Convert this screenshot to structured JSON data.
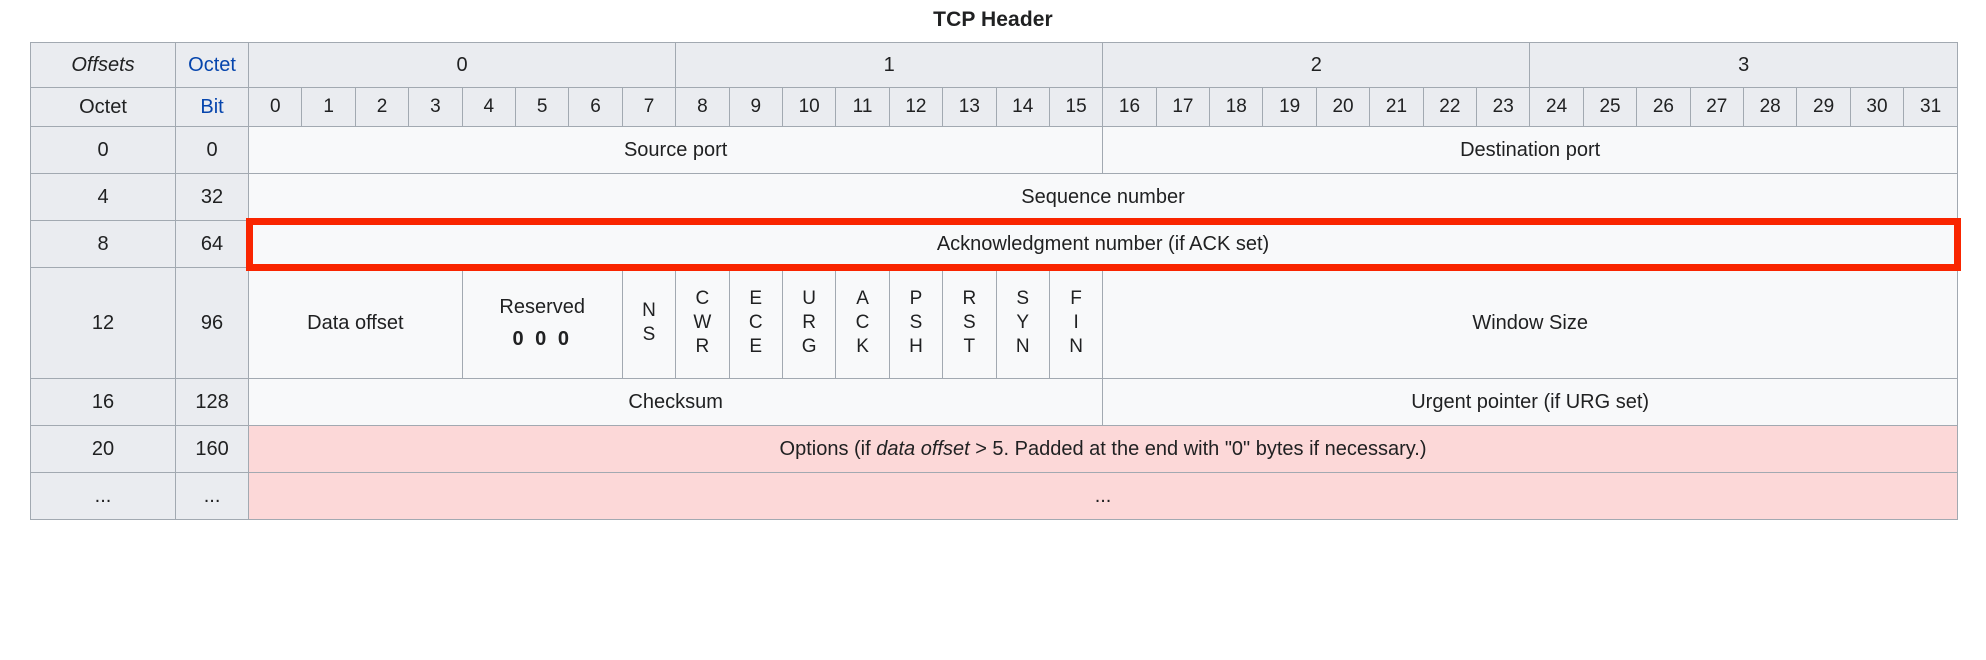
{
  "title": "TCP Header",
  "header": {
    "offsets_label": "Offsets",
    "octet_label": "Octet",
    "octet_row_label": "Octet",
    "bit_label": "Bit",
    "octet_groups": [
      "0",
      "1",
      "2",
      "3"
    ],
    "bit_numbers": [
      "0",
      "1",
      "2",
      "3",
      "4",
      "5",
      "6",
      "7",
      "8",
      "9",
      "10",
      "11",
      "12",
      "13",
      "14",
      "15",
      "16",
      "17",
      "18",
      "19",
      "20",
      "21",
      "22",
      "23",
      "24",
      "25",
      "26",
      "27",
      "28",
      "29",
      "30",
      "31"
    ]
  },
  "rows": [
    {
      "octet": "0",
      "bit": "0",
      "fields": [
        {
          "label": "Source port",
          "bits": 16
        },
        {
          "label": "Destination port",
          "bits": 16
        }
      ]
    },
    {
      "octet": "4",
      "bit": "32",
      "fields": [
        {
          "label": "Sequence number",
          "bits": 32
        }
      ]
    },
    {
      "octet": "8",
      "bit": "64",
      "highlight": true,
      "fields": [
        {
          "label": "Acknowledgment number (if ACK set)",
          "bits": 32
        }
      ]
    },
    {
      "octet": "12",
      "bit": "96",
      "fields": [
        {
          "label": "Data offset",
          "bits": 4
        },
        {
          "label": "Reserved",
          "bits_value": "0 0 0",
          "bits": 3
        },
        {
          "label": "NS",
          "bits": 1,
          "vertical": true
        },
        {
          "label": "CWR",
          "bits": 1,
          "vertical": true
        },
        {
          "label": "ECE",
          "bits": 1,
          "vertical": true
        },
        {
          "label": "URG",
          "bits": 1,
          "vertical": true
        },
        {
          "label": "ACK",
          "bits": 1,
          "vertical": true
        },
        {
          "label": "PSH",
          "bits": 1,
          "vertical": true
        },
        {
          "label": "RST",
          "bits": 1,
          "vertical": true
        },
        {
          "label": "SYN",
          "bits": 1,
          "vertical": true
        },
        {
          "label": "FIN",
          "bits": 1,
          "vertical": true
        },
        {
          "label": "Window Size",
          "bits": 16
        }
      ]
    },
    {
      "octet": "16",
      "bit": "128",
      "fields": [
        {
          "label": "Checksum",
          "bits": 16
        },
        {
          "label": "Urgent pointer (if URG set)",
          "bits": 16
        }
      ]
    },
    {
      "octet": "20",
      "bit": "160",
      "options": true,
      "fields": [
        {
          "label": "Options (if data offset > 5. Padded at the end with \"0\" bytes if necessary.)",
          "bits": 32
        }
      ]
    },
    {
      "octet": "...",
      "bit": "...",
      "options": true,
      "fields": [
        {
          "label": "...",
          "bits": 32
        }
      ]
    }
  ],
  "options_text": {
    "pre": "Options (if ",
    "italic": "data offset",
    "post": " > 5. Padded at the end with \"0\" bytes if necessary.)",
    "ellipsis": "..."
  },
  "colors": {
    "highlight_border": "#f92500",
    "header_bg": "#eaecf0",
    "field_bg": "#f8f9fa",
    "options_bg": "#fcd8d8",
    "grid_border": "#a2a9b1",
    "link_blue": "#0645ad"
  }
}
